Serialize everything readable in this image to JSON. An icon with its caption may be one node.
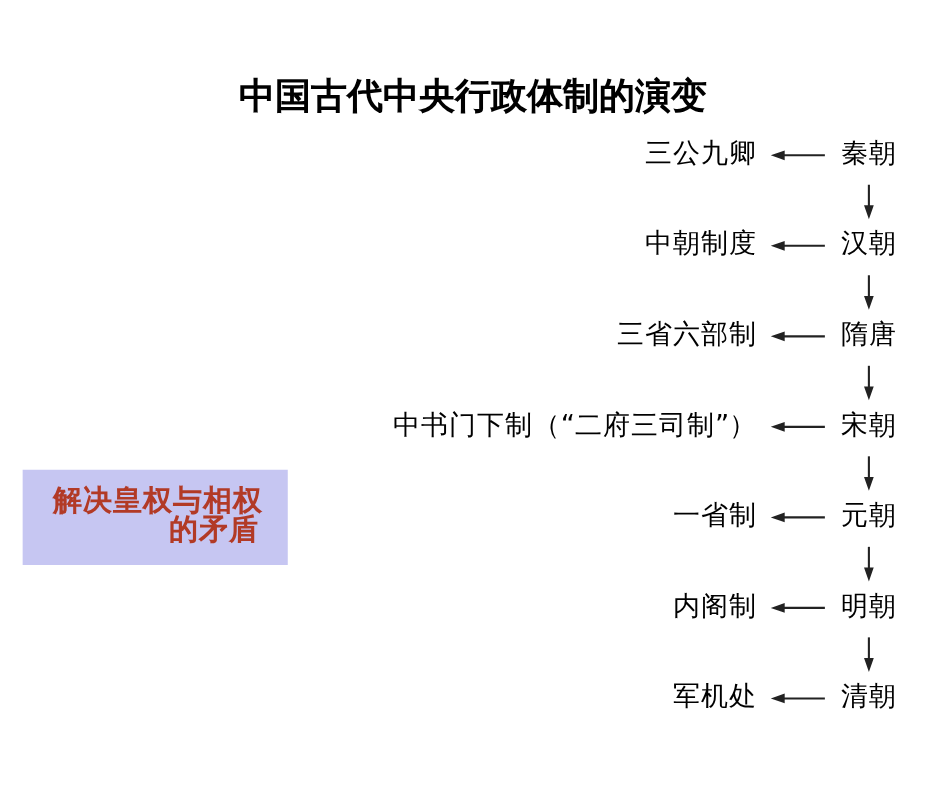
{
  "diagram": {
    "title": "中国古代中央行政体制的演变",
    "nodes": [
      {
        "text": [
          "三公九卿"
        ]
      },
      {
        "text": [
          "秦朝"
        ]
      },
      {
        "text": [
          "中朝制度"
        ]
      },
      {
        "text": [
          "汉朝"
        ]
      },
      {
        "text": [
          "三省六部制"
        ]
      },
      {
        "text": [
          "隋唐"
        ]
      },
      {
        "text": [
          "中书门下制（“二府三司制”）"
        ]
      },
      {
        "text": [
          "宋朝"
        ]
      },
      {
        "text": [
          "解决皇权与相权的矛盾"
        ]
      },
      {
        "text": [
          "一省制"
        ]
      },
      {
        "text": [
          "元朝"
        ]
      },
      {
        "text": [
          "内阁制"
        ]
      },
      {
        "text": [
          "明朝"
        ]
      },
      {
        "text": [
          "军机处"
        ]
      },
      {
        "text": [
          "清朝"
        ]
      }
    ],
    "edges": [
      {
        "from": 1,
        "to": 0,
        "arrow": "to"
      },
      {
        "from": 1,
        "to": 3,
        "arrow": "to"
      },
      {
        "from": 3,
        "to": 2,
        "arrow": "to"
      },
      {
        "from": 3,
        "to": 5,
        "arrow": "to"
      },
      {
        "from": 5,
        "to": 4,
        "arrow": "to"
      },
      {
        "from": 5,
        "to": 7,
        "arrow": "to"
      },
      {
        "from": 7,
        "to": 6,
        "arrow": "to"
      },
      {
        "from": 7,
        "to": 10,
        "arrow": "to"
      },
      {
        "from": 10,
        "to": 9,
        "arrow": "to"
      },
      {
        "from": 10,
        "to": 12,
        "arrow": "to"
      },
      {
        "from": 12,
        "to": 11,
        "arrow": "to"
      },
      {
        "from": 12,
        "to": 14,
        "arrow": "to"
      },
      {
        "from": 14,
        "to": 13,
        "arrow": "to"
      }
    ]
  }
}
